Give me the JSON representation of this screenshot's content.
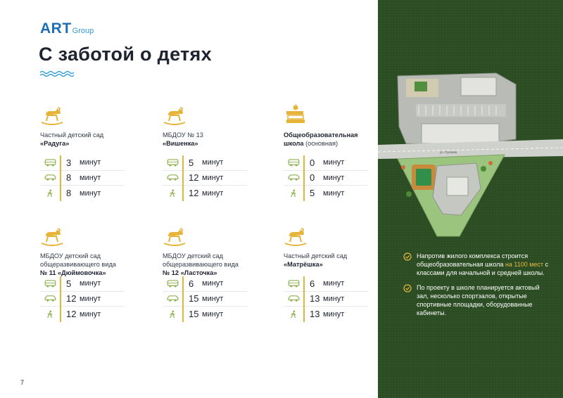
{
  "brand": {
    "logo_main": "ART",
    "logo_sub": "Group"
  },
  "title": "С заботой о детях",
  "page_number": "7",
  "colors": {
    "accent": "#e7b43a",
    "brand_blue": "#1f6fb2",
    "panel_green": "#2c4d24"
  },
  "units": "минут",
  "facilities": [
    {
      "icon": "rocking-horse-icon",
      "line1": "Частный детский сад",
      "line2": "«Радуга»",
      "line3": "",
      "times": [
        {
          "mode": "bus-icon",
          "value": "3"
        },
        {
          "mode": "car-icon",
          "value": "8"
        },
        {
          "mode": "walk-icon",
          "value": "8"
        }
      ]
    },
    {
      "icon": "rocking-horse-icon",
      "line1": "МБДОУ № 13",
      "line2": "«Вишенка»",
      "line3": "",
      "times": [
        {
          "mode": "bus-icon",
          "value": "5"
        },
        {
          "mode": "car-icon",
          "value": "12"
        },
        {
          "mode": "walk-icon",
          "value": "12"
        }
      ]
    },
    {
      "icon": "school-books-icon",
      "line1": "Общеобразовательная",
      "line2": "школа",
      "line3": "(основная)",
      "times": [
        {
          "mode": "bus-icon",
          "value": "0"
        },
        {
          "mode": "car-icon",
          "value": "0"
        },
        {
          "mode": "walk-icon",
          "value": "5"
        }
      ]
    },
    {
      "icon": "rocking-horse-icon",
      "line1": "МБДОУ детский сад",
      "line2": "общеразвивающего вида",
      "line3": "№ 11 «Дюймовочка»",
      "times": [
        {
          "mode": "bus-icon",
          "value": "5"
        },
        {
          "mode": "car-icon",
          "value": "12"
        },
        {
          "mode": "walk-icon",
          "value": "12"
        }
      ]
    },
    {
      "icon": "rocking-horse-icon",
      "line1": "МБДОУ детский сад",
      "line2": "общеразвивающего вида",
      "line3": "№ 12 «Ласточка»",
      "times": [
        {
          "mode": "bus-icon",
          "value": "6"
        },
        {
          "mode": "car-icon",
          "value": "15"
        },
        {
          "mode": "walk-icon",
          "value": "15"
        }
      ]
    },
    {
      "icon": "rocking-horse-icon",
      "line1": "Частный детский сад",
      "line2": "«Матрёшка»",
      "line3": "",
      "times": [
        {
          "mode": "bus-icon",
          "value": "6"
        },
        {
          "mode": "car-icon",
          "value": "13"
        },
        {
          "mode": "walk-icon",
          "value": "13"
        }
      ]
    }
  ],
  "map": {
    "street_label": "ул. Пугаева"
  },
  "notes": [
    {
      "pre": "Напротив жилого комплекса строится общеобразовательная школа ",
      "highlight": "на 1100 мест",
      "post": " с классами для начальной и средней школы."
    },
    {
      "pre": "По проекту в школе планируется актовый зал, несколько спортзалов, открытые спортивные площадки, оборудованные кабинеты.",
      "highlight": "",
      "post": ""
    }
  ]
}
